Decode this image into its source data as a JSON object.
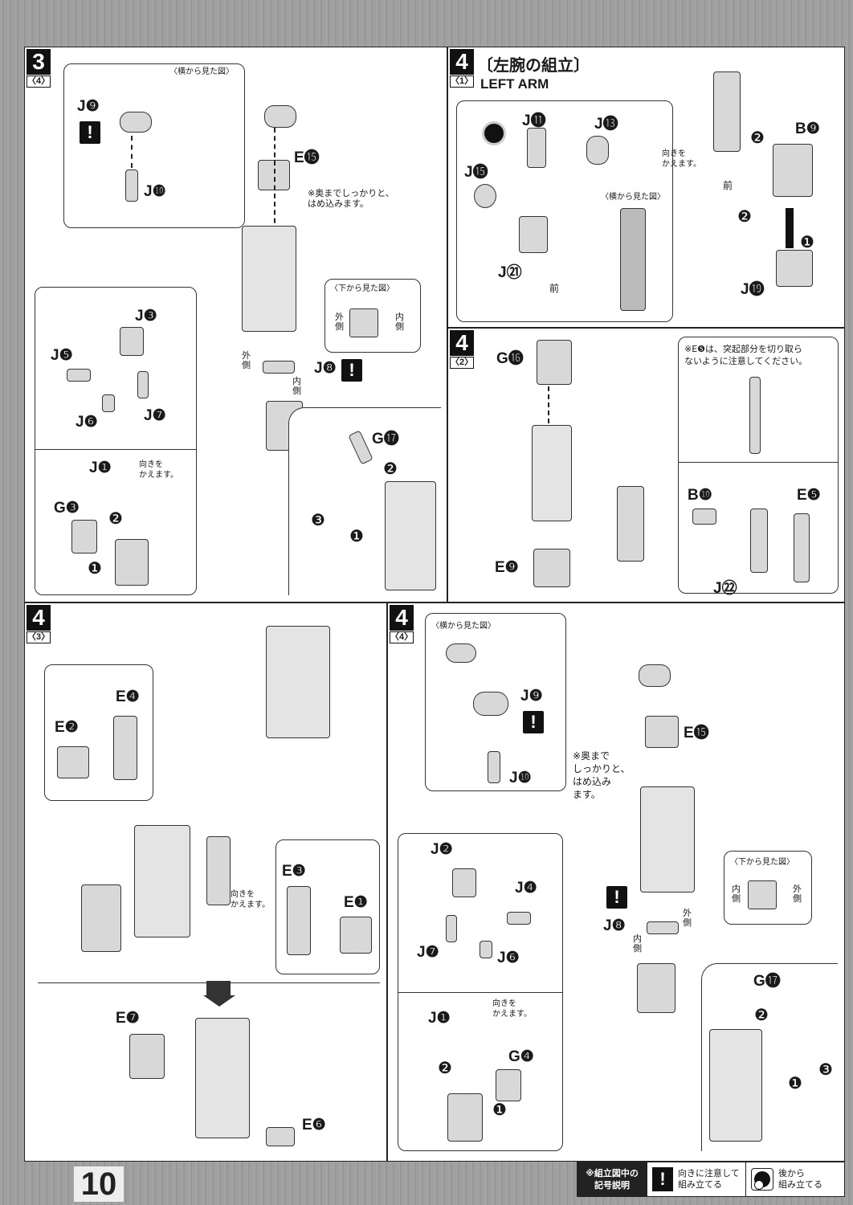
{
  "page_number": "10",
  "panels": {
    "p34": {
      "step": "3",
      "sub": "〈4〉",
      "side_view": "〈横から見た図〉",
      "bottom_view": "〈下から見た図〉",
      "note": "※奥までしっかりと、\nはめ込みます。",
      "outer": "外側",
      "inner": "内側",
      "turn": "向きを\nかえます。",
      "labels": [
        "J❾",
        "J❿",
        "E⓯",
        "J❽",
        "J❸",
        "J❺",
        "J❻",
        "J❼",
        "J❶",
        "G❸",
        "G⓱"
      ],
      "steps": [
        "❷",
        "❶",
        "❷",
        "❸",
        "❶"
      ]
    },
    "p41": {
      "step": "4",
      "sub": "〈1〉",
      "title_jp": "〔左腕の組立〕",
      "title_en": "LEFT ARM",
      "side_view": "〈横から見た図〉",
      "turn": "向きを\nかえます。",
      "front": "前",
      "labels": [
        "J⓫",
        "J⓭",
        "J⓯",
        "J㉑",
        "B❾",
        "J⓳"
      ],
      "steps": [
        "❷",
        "❷",
        "❶"
      ]
    },
    "p42": {
      "step": "4",
      "sub": "〈2〉",
      "note": "※E❺は、突起部分を切り取ら\nないように注意してください。",
      "labels": [
        "G⓰",
        "B❿",
        "E❺",
        "J㉒",
        "E❾"
      ]
    },
    "p43": {
      "step": "4",
      "sub": "〈3〉",
      "turn": "向きを\nかえます。",
      "labels": [
        "E❹",
        "E❷",
        "E❸",
        "E❶",
        "E❼",
        "E❻"
      ]
    },
    "p44": {
      "step": "4",
      "sub": "〈4〉",
      "side_view": "〈横から見た図〉",
      "bottom_view": "〈下から見た図〉",
      "note": "※奥まで\nしっかりと、\nはめ込み\nます。",
      "outer": "外側",
      "inner": "内側",
      "turn": "向きを\nかえます。",
      "labels": [
        "J❾",
        "J❿",
        "E⓯",
        "J❽",
        "J❷",
        "J❹",
        "J❼",
        "J❻",
        "J❶",
        "G❹",
        "G⓱"
      ],
      "steps": [
        "❷",
        "❶",
        "❷",
        "❸",
        "❶"
      ]
    }
  },
  "legend": {
    "heading": "※組立図中の\n記号説明",
    "warn_icon": "!",
    "warn_text": "向きに注意して\n組み立てる",
    "back_text": "後から\n組み立てる"
  }
}
